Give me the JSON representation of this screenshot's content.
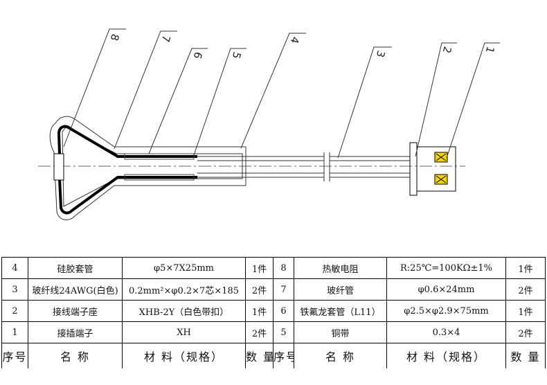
{
  "callouts": [
    "8",
    "7",
    "6",
    "5",
    "4",
    "3",
    "2",
    "1"
  ],
  "bom": {
    "header": {
      "seq": "序号",
      "name": "名 称",
      "material": "材 料（规格）",
      "qty": "数 量"
    },
    "rows": [
      {
        "left": {
          "seq": "4",
          "name": "硅胶套管",
          "material": "φ5×7X25mm",
          "qty": "1件"
        },
        "right": {
          "seq": "8",
          "name": "热敏电阻",
          "material": "R:25℃=100KΩ±1%",
          "qty": "1件"
        }
      },
      {
        "left": {
          "seq": "3",
          "name": "玻纤线24AWG(白色)",
          "material": "0.2mm²×φ0.2×7芯×185",
          "qty": "2件"
        },
        "right": {
          "seq": "7",
          "name": "玻纤管",
          "material": "φ0.6×24mm",
          "qty": "2件"
        }
      },
      {
        "left": {
          "seq": "2",
          "name": "接线端子座",
          "material": "XHB-2Y（白色带扣）",
          "qty": "1件"
        },
        "right": {
          "seq": "6",
          "name": "铁氟龙套管（L11）",
          "material": "φ2.5×φ2.9×75mm",
          "qty": "1件"
        }
      },
      {
        "left": {
          "seq": "1",
          "name": "接插端子",
          "material": "XH",
          "qty": "2件"
        },
        "right": {
          "seq": "5",
          "name": "铜带",
          "material": "0.3×4",
          "qty": "2件"
        }
      }
    ]
  }
}
